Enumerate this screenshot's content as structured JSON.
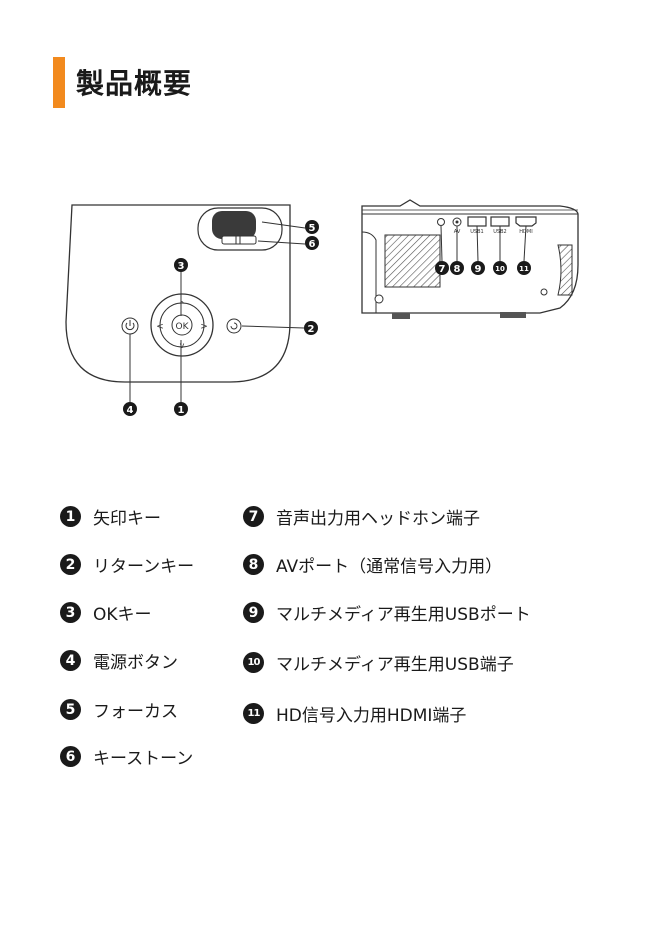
{
  "page": {
    "title": "製品概要",
    "accent_color": "#f28a1e"
  },
  "figure_top": {
    "ok_label": "OK",
    "callouts": [
      "1",
      "2",
      "3",
      "4",
      "5",
      "6"
    ]
  },
  "figure_side": {
    "port_labels": [
      "AV",
      "USB1",
      "USB2",
      "HDMI"
    ],
    "callouts": [
      "7",
      "8",
      "9",
      "10",
      "11"
    ]
  },
  "legend": [
    {
      "num": "1",
      "label": "矢印キー"
    },
    {
      "num": "2",
      "label": "リターンキー"
    },
    {
      "num": "3",
      "label": "OKキー"
    },
    {
      "num": "4",
      "label": "電源ボタン"
    },
    {
      "num": "5",
      "label": "フォーカス"
    },
    {
      "num": "6",
      "label": "キーストーン"
    },
    {
      "num": "7",
      "label": "音声出力用ヘッドホン端子"
    },
    {
      "num": "8",
      "label": "AVポート（通常信号入力用）"
    },
    {
      "num": "9",
      "label": "マルチメディア再生用USBポート"
    },
    {
      "num": "10",
      "label": "マルチメディア再生用USB端子"
    },
    {
      "num": "11",
      "label": "HD信号入力用HDMI端子"
    }
  ]
}
